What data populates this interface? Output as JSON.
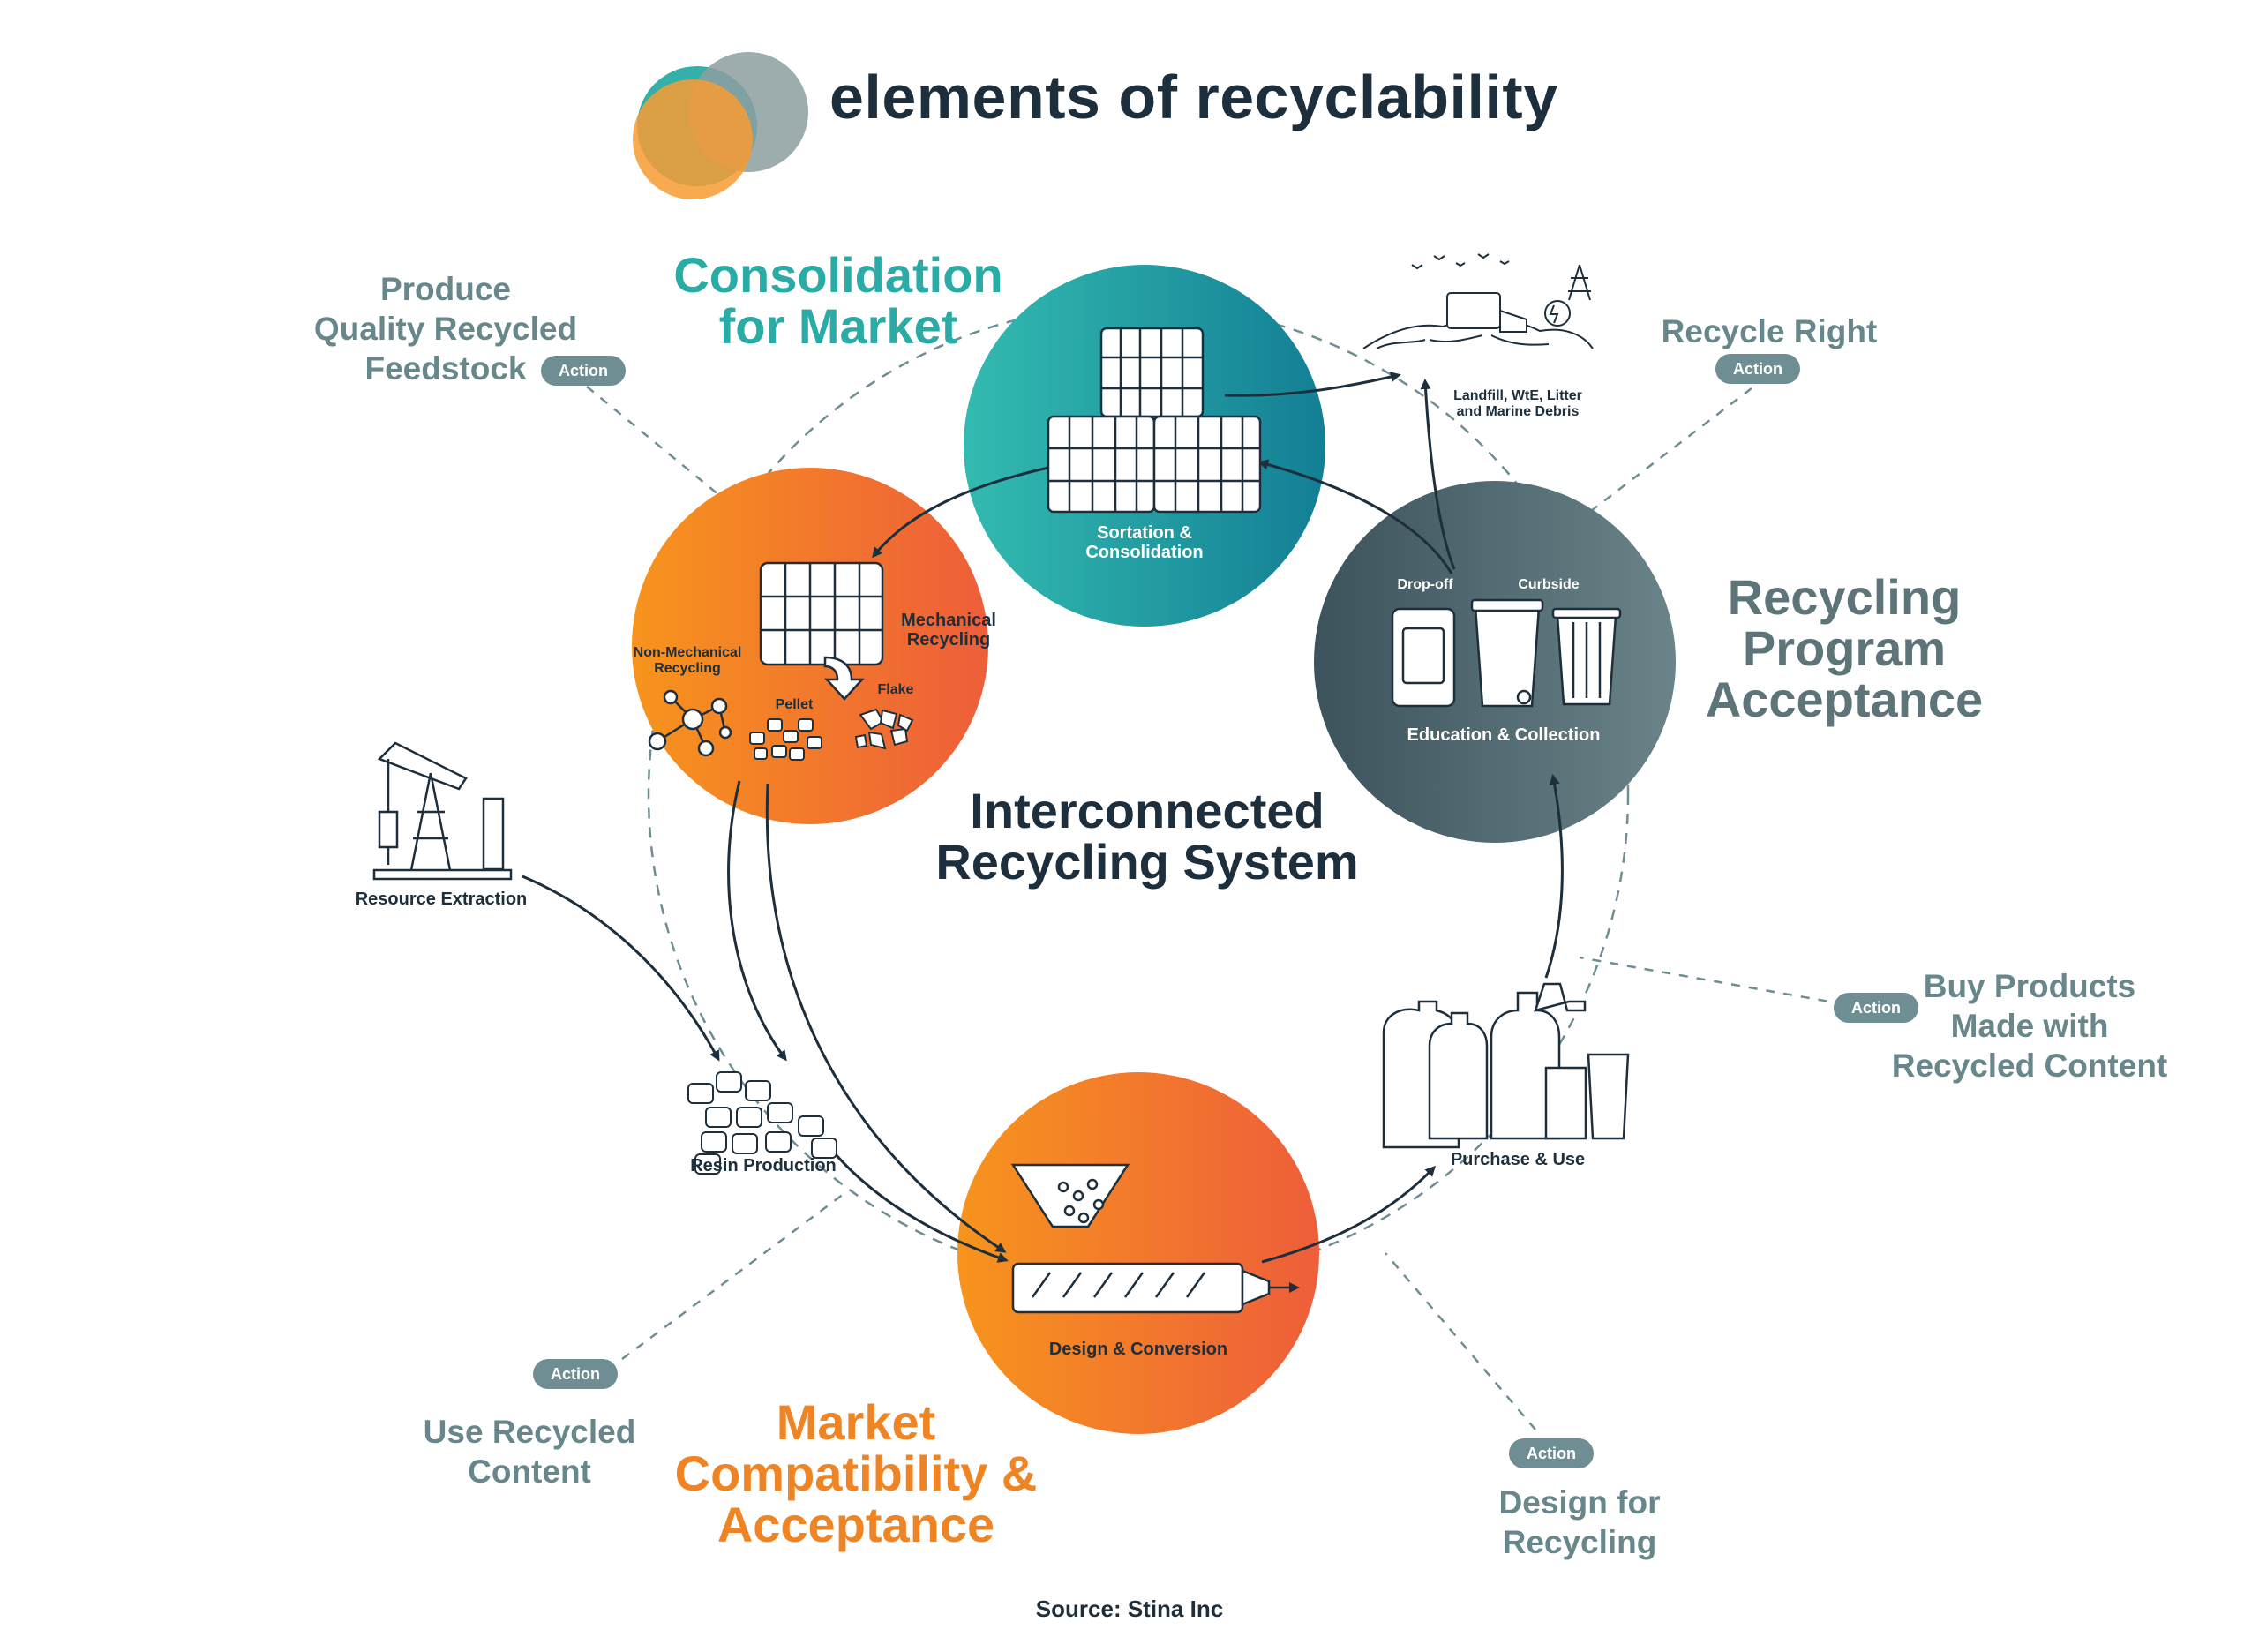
{
  "header": {
    "title": "elements of recyclability",
    "logo_colors": [
      "#2aaba5",
      "#8c9fa0",
      "#f79b32"
    ]
  },
  "sections": {
    "consolidation": "Consolidation\nfor Market",
    "program_acceptance": "Recycling\nProgram\nAcceptance",
    "market_compatibility": "Market\nCompatibility &\nAcceptance",
    "center": "Interconnected\nRecycling System"
  },
  "circles": {
    "sortation": {
      "label": "Sortation &\nConsolidation",
      "color_start": "#33bbb0",
      "color_end": "#137f95"
    },
    "recycling": {
      "color_start": "#f7941d",
      "color_end": "#ee5e3a",
      "mechanical": "Mechanical\nRecycling",
      "non_mechanical": "Non-Mechanical\nRecycling",
      "pellet": "Pellet",
      "flake": "Flake"
    },
    "collection": {
      "color_start": "#3c525c",
      "color_end": "#6a8489",
      "dropoff": "Drop-off",
      "curbside": "Curbside",
      "label": "Education & Collection"
    },
    "conversion": {
      "label": "Design & Conversion",
      "color_start": "#f7941d",
      "color_end": "#ee5e3a"
    }
  },
  "nodes": {
    "landfill": "Landfill, WtE, Litter\nand Marine Debris",
    "resource": "Resource Extraction",
    "resin": "Resin Production",
    "purchase": "Purchase & Use"
  },
  "actions": {
    "pill_label": "Action",
    "produce": "Produce\nQuality Recycled\nFeedstock",
    "recycle_right": "Recycle Right",
    "buy_products": "Buy Products\nMade with\nRecycled Content",
    "use_recycled": "Use Recycled\nContent",
    "design_for": "Design for\nRecycling"
  },
  "footer": {
    "source": "Source: Stina Inc"
  }
}
